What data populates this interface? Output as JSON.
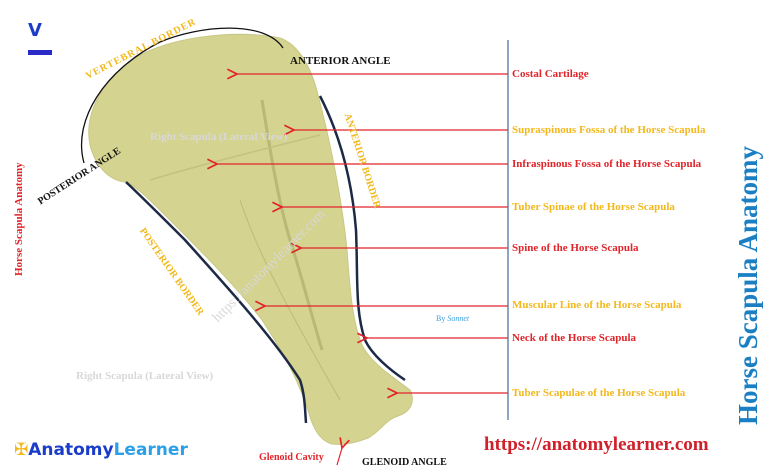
{
  "title": "Horse Scapula Anatomy",
  "side_title": "Horse Scapula Anatomy",
  "view_caption": "Right Scapula (Lateral View)",
  "watermark_url": "https://anatomylearner.com",
  "website": "https://anatomylearner.com",
  "credit": {
    "by": "By",
    "name": "Sonnet"
  },
  "logo": {
    "part1": "Anatomy",
    "part2": "Learner"
  },
  "borders": {
    "vertebral": "VERTEBRAL BORDER",
    "anterior": "ANTERIOR BORDER",
    "posterior": "POSTERIOR BORDER"
  },
  "angles": {
    "anterior": "ANTERIOR ANGLE",
    "posterior": "POSTERIOR ANGLE",
    "glenoid": "GLENOID ANGLE"
  },
  "glenoid_cavity": "Glenoid Cavity",
  "labels": [
    {
      "text": "Costal Cartilage",
      "color": "#e0242a"
    },
    {
      "text": "Supraspinous Fossa of the Horse Scapula",
      "color": "#f2b81c"
    },
    {
      "text": "Infraspinous Fossa of the Horse Scapula",
      "color": "#e0242a"
    },
    {
      "text": "Tuber Spinae of the Horse Scapula",
      "color": "#f2b81c"
    },
    {
      "text": "Spine of the Horse Scapula",
      "color": "#e0242a"
    },
    {
      "text": "Muscular Line of the Horse Scapula",
      "color": "#f2b81c"
    },
    {
      "text": "Neck of the Horse Scapula",
      "color": "#e0242a"
    },
    {
      "text": "Tuber Scapulae of the Horse Scapula",
      "color": "#f2b81c"
    }
  ],
  "colors": {
    "bone": "#d4d38f",
    "arrow": "#e0242a",
    "title": "#1b7fc4",
    "border_line": "#1d2a45"
  }
}
